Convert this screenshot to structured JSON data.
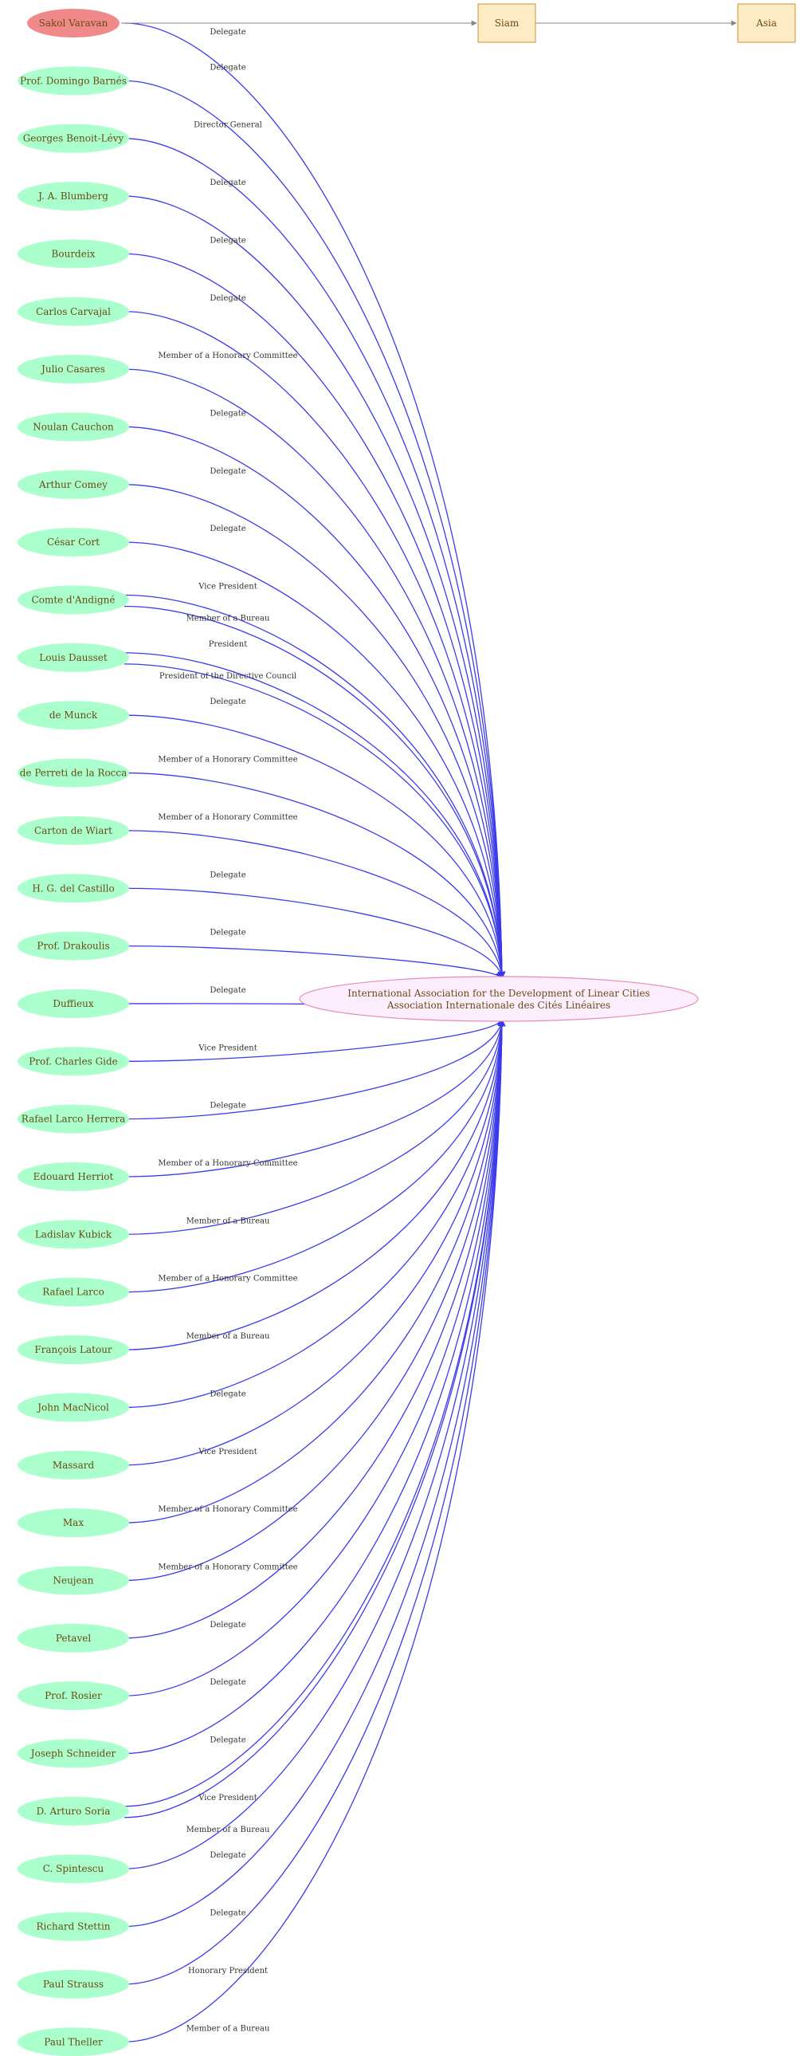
{
  "colors": {
    "person_fill": "#aaffcc",
    "highlight_fill": "#f08a8a",
    "country_fill": "#fdebc6",
    "country_stroke": "#d4a24a",
    "hub_fill": "#fdeefd",
    "hub_stroke": "#e88ab8",
    "edge_blue": "#3b3bea",
    "edge_gray": "#888888",
    "text": "#6b4a12"
  },
  "hub": {
    "line1": "International Association for the Development of Linear Cities",
    "line2": "Association Internationale des Cités Linéaires"
  },
  "countries": [
    "Siam",
    "Asia"
  ],
  "people": [
    {
      "name": "Sakol Varavan",
      "highlight": true,
      "roles": [
        "Delegate"
      ]
    },
    {
      "name": "Prof. Domingo Barnés",
      "roles": [
        "Delegate"
      ]
    },
    {
      "name": "Georges Benoit-Lévy",
      "roles": [
        "Director General"
      ]
    },
    {
      "name": "J. A. Blumberg",
      "roles": [
        "Delegate"
      ]
    },
    {
      "name": "Bourdeix",
      "roles": [
        "Delegate"
      ]
    },
    {
      "name": "Carlos Carvajal",
      "roles": [
        "Delegate"
      ]
    },
    {
      "name": "Julio Casares",
      "roles": [
        "Member of a Honorary Committee"
      ]
    },
    {
      "name": "Noulan Cauchon",
      "roles": [
        "Delegate"
      ]
    },
    {
      "name": "Arthur Comey",
      "roles": [
        "Delegate"
      ]
    },
    {
      "name": "César Cort",
      "roles": [
        "Delegate"
      ]
    },
    {
      "name": "Comte d'Andigné",
      "roles": [
        "Vice President",
        "Member of a Bureau"
      ]
    },
    {
      "name": "Louis Dausset",
      "roles": [
        "President",
        "President of the Directive Council"
      ]
    },
    {
      "name": "de Munck",
      "roles": [
        "Delegate"
      ]
    },
    {
      "name": "de Perreti de la Rocca",
      "roles": [
        "Member of a Honorary Committee"
      ]
    },
    {
      "name": "Carton  de Wiart",
      "roles": [
        "Member of a Honorary Committee"
      ]
    },
    {
      "name": "H. G.  del Castillo",
      "roles": [
        "Delegate"
      ]
    },
    {
      "name": "Prof. Drakoulis",
      "roles": [
        "Delegate"
      ]
    },
    {
      "name": "Duffieux",
      "roles": [
        "Delegate"
      ]
    },
    {
      "name": "Prof. Charles Gide",
      "roles": [
        "Vice President"
      ]
    },
    {
      "name": "Rafael Larco Herrera",
      "roles": [
        "Delegate"
      ]
    },
    {
      "name": "Edouard Herriot",
      "roles": [
        "Member of a Honorary Committee"
      ]
    },
    {
      "name": "Ladislav Kubick",
      "roles": [
        "Member of a Bureau"
      ]
    },
    {
      "name": "Rafael Larco",
      "roles": [
        "Member of a Honorary Committee"
      ]
    },
    {
      "name": "François Latour",
      "roles": [
        "Member of a Bureau"
      ]
    },
    {
      "name": "John MacNicol",
      "roles": [
        "Delegate"
      ]
    },
    {
      "name": "Massard",
      "roles": [
        "Vice President"
      ]
    },
    {
      "name": "Max",
      "roles": [
        "Member of a Honorary Committee"
      ]
    },
    {
      "name": "Neujean",
      "roles": [
        "Member of a Honorary Committee"
      ]
    },
    {
      "name": "Petavel",
      "roles": [
        "Delegate"
      ]
    },
    {
      "name": "Prof. Rosier",
      "roles": [
        "Delegate"
      ]
    },
    {
      "name": "Joseph Schneider",
      "roles": [
        "Delegate"
      ]
    },
    {
      "name": "D. Arturo Soria",
      "roles": [
        "Vice President",
        "Member of a Bureau"
      ]
    },
    {
      "name": "C. Spintescu",
      "roles": [
        "Delegate"
      ]
    },
    {
      "name": "Richard Stettin",
      "roles": [
        "Delegate"
      ]
    },
    {
      "name": "Paul Strauss",
      "roles": [
        "Honorary President"
      ]
    },
    {
      "name": "Paul Theller",
      "roles": [
        "Member of a Bureau"
      ]
    }
  ]
}
